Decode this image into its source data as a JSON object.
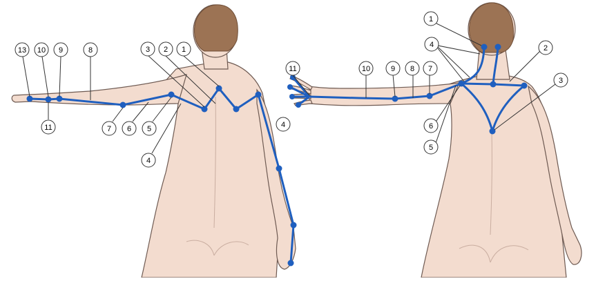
{
  "colors": {
    "skin": "#f3dccf",
    "skin_outline": "#6e5a52",
    "hair": "#9c7354",
    "hair_dark": "#6f4e37",
    "line_blue": "#1f5fbf",
    "label_stroke": "#333333"
  },
  "left_figure": {
    "labels": [
      "13",
      "10",
      "9",
      "8",
      "3",
      "2",
      "1",
      "11",
      "7",
      "6",
      "5",
      "4",
      "4"
    ]
  },
  "right_figure": {
    "labels": [
      "1",
      "4",
      "2",
      "3",
      "11",
      "10",
      "9",
      "8",
      "7",
      "6",
      "5"
    ]
  }
}
